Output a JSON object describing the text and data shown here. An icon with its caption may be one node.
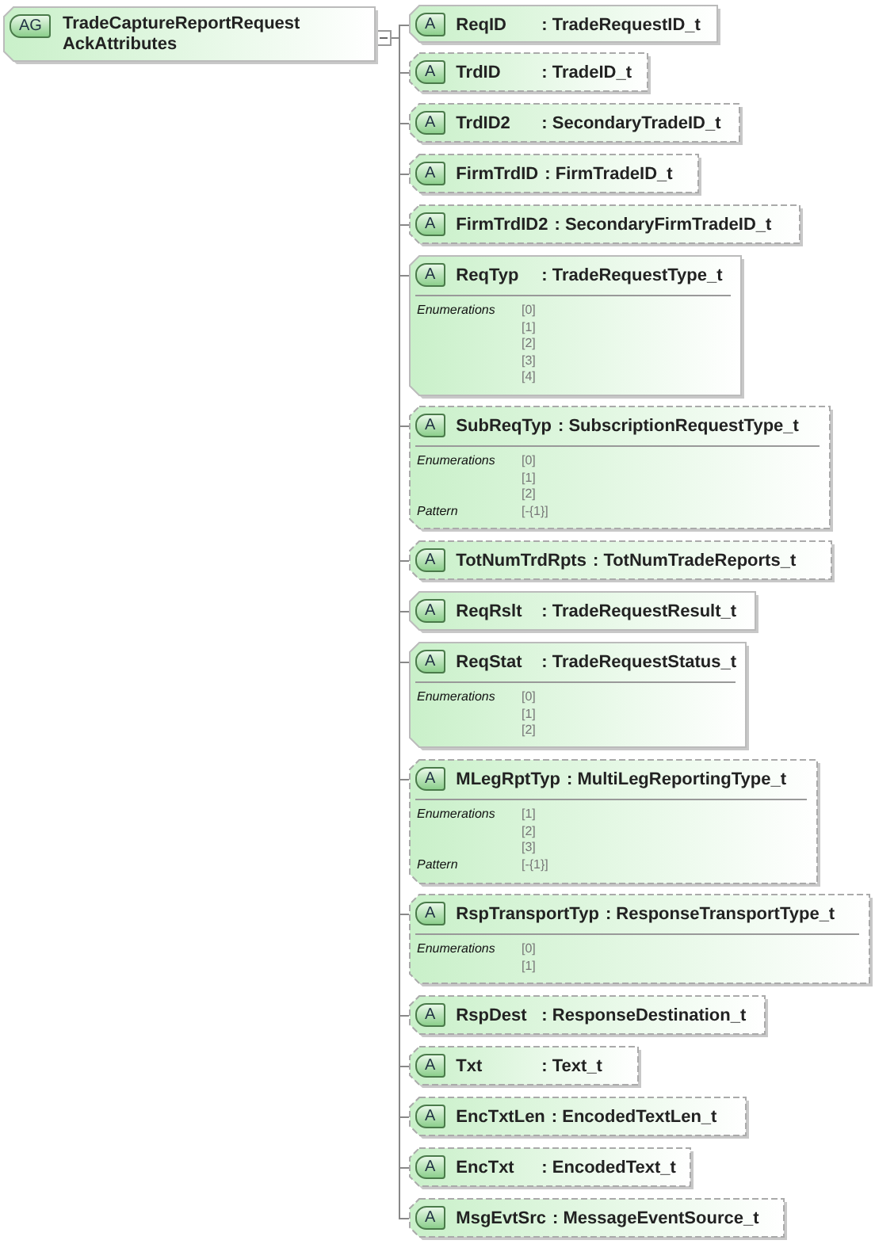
{
  "diagram": {
    "nodes": [
      {
        "text": [
          "AG",
          "TradeCaptureReportRequestAckAttributes"
        ]
      },
      {
        "text": [
          "A",
          "ReqID",
          ": TradeRequestID_t"
        ]
      },
      {
        "text": [
          "A",
          "TrdID",
          ": TradeID_t"
        ]
      },
      {
        "text": [
          "A",
          "TrdID2",
          ": SecondaryTradeID_t"
        ]
      },
      {
        "text": [
          "A",
          "FirmTrdID",
          ": FirmTradeID_t"
        ]
      },
      {
        "text": [
          "A",
          "FirmTrdID2",
          ": SecondaryFirmTradeID_t"
        ]
      },
      {
        "text": [
          "A",
          "ReqTyp",
          ": TradeRequestType_t",
          "Enumerations",
          "[0] [1] [2] [3] [4]"
        ]
      },
      {
        "text": [
          "A",
          "SubReqTyp",
          ": SubscriptionRequestType_t",
          "Enumerations",
          "[0] [1] [2]",
          "Pattern",
          "[-{1}]"
        ]
      },
      {
        "text": [
          "A",
          "TotNumTrdRpts",
          ": TotNumTradeReports_t"
        ]
      },
      {
        "text": [
          "A",
          "ReqRslt",
          ": TradeRequestResult_t"
        ]
      },
      {
        "text": [
          "A",
          "ReqStat",
          ": TradeRequestStatus_t",
          "Enumerations",
          "[0] [1] [2]"
        ]
      },
      {
        "text": [
          "A",
          "MLegRptTyp",
          ": MultiLegReportingType_t",
          "Enumerations",
          "[1] [2] [3]",
          "Pattern",
          "[-{1}]"
        ]
      },
      {
        "text": [
          "A",
          "RspTransportTyp",
          ": ResponseTransportType_t",
          "Enumerations",
          "[0] [1]"
        ]
      },
      {
        "text": [
          "A",
          "RspDest",
          ": ResponseDestination_t"
        ]
      },
      {
        "text": [
          "A",
          "Txt",
          ": Text_t"
        ]
      },
      {
        "text": [
          "A",
          "EncTxtLen",
          ": EncodedTextLen_t"
        ]
      },
      {
        "text": [
          "A",
          "EncTxt",
          ": EncodedText_t"
        ]
      },
      {
        "text": [
          "A",
          "MsgEvtSrc",
          ": MessageEventSource_t"
        ]
      }
    ],
    "edges": [
      {
        "from": 0,
        "to": 1,
        "arrow": "none"
      },
      {
        "from": 0,
        "to": 2,
        "arrow": "none"
      },
      {
        "from": 0,
        "to": 3,
        "arrow": "none"
      },
      {
        "from": 0,
        "to": 4,
        "arrow": "none"
      },
      {
        "from": 0,
        "to": 5,
        "arrow": "none"
      },
      {
        "from": 0,
        "to": 6,
        "arrow": "none"
      },
      {
        "from": 0,
        "to": 7,
        "arrow": "none"
      },
      {
        "from": 0,
        "to": 8,
        "arrow": "none"
      },
      {
        "from": 0,
        "to": 9,
        "arrow": "none"
      },
      {
        "from": 0,
        "to": 10,
        "arrow": "none"
      },
      {
        "from": 0,
        "to": 11,
        "arrow": "none"
      },
      {
        "from": 0,
        "to": 12,
        "arrow": "none"
      },
      {
        "from": 0,
        "to": 13,
        "arrow": "none"
      },
      {
        "from": 0,
        "to": 14,
        "arrow": "none"
      },
      {
        "from": 0,
        "to": 15,
        "arrow": "none"
      },
      {
        "from": 0,
        "to": 16,
        "arrow": "none"
      },
      {
        "from": 0,
        "to": 17,
        "arrow": "none"
      }
    ]
  }
}
